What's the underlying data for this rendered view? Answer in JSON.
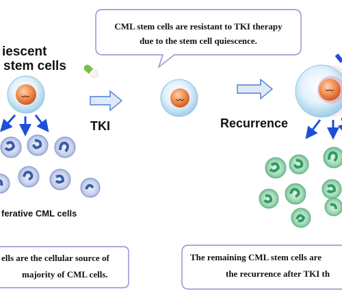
{
  "left_panel": {
    "title_line1": "iescent",
    "title_line2": "stem cells",
    "cells_label": "ferative CML cells",
    "box_line1": "ells are the cellular source of",
    "box_line2": "majority of CML cells."
  },
  "top_box": {
    "line1": "CML stem cells are resistant to TKI therapy",
    "line2": "due to the stem cell quiescence."
  },
  "middle": {
    "tki_label": "TKI"
  },
  "right_panel": {
    "recurrence_label": "Recurrence",
    "box_line1": "The remaining CML stem cells are",
    "box_line2": "the recurrence after TKI th"
  },
  "colors": {
    "arrow_blue": "#1d4fd8",
    "outline_arrow_blue": "#4a7fd0",
    "box_border": "#8a8fd0",
    "stem_core": "#e8733a",
    "leukemic_blue": "#3a5ca8",
    "recurrent_green": "#2f9a62",
    "pill_green": "#7bc043"
  }
}
